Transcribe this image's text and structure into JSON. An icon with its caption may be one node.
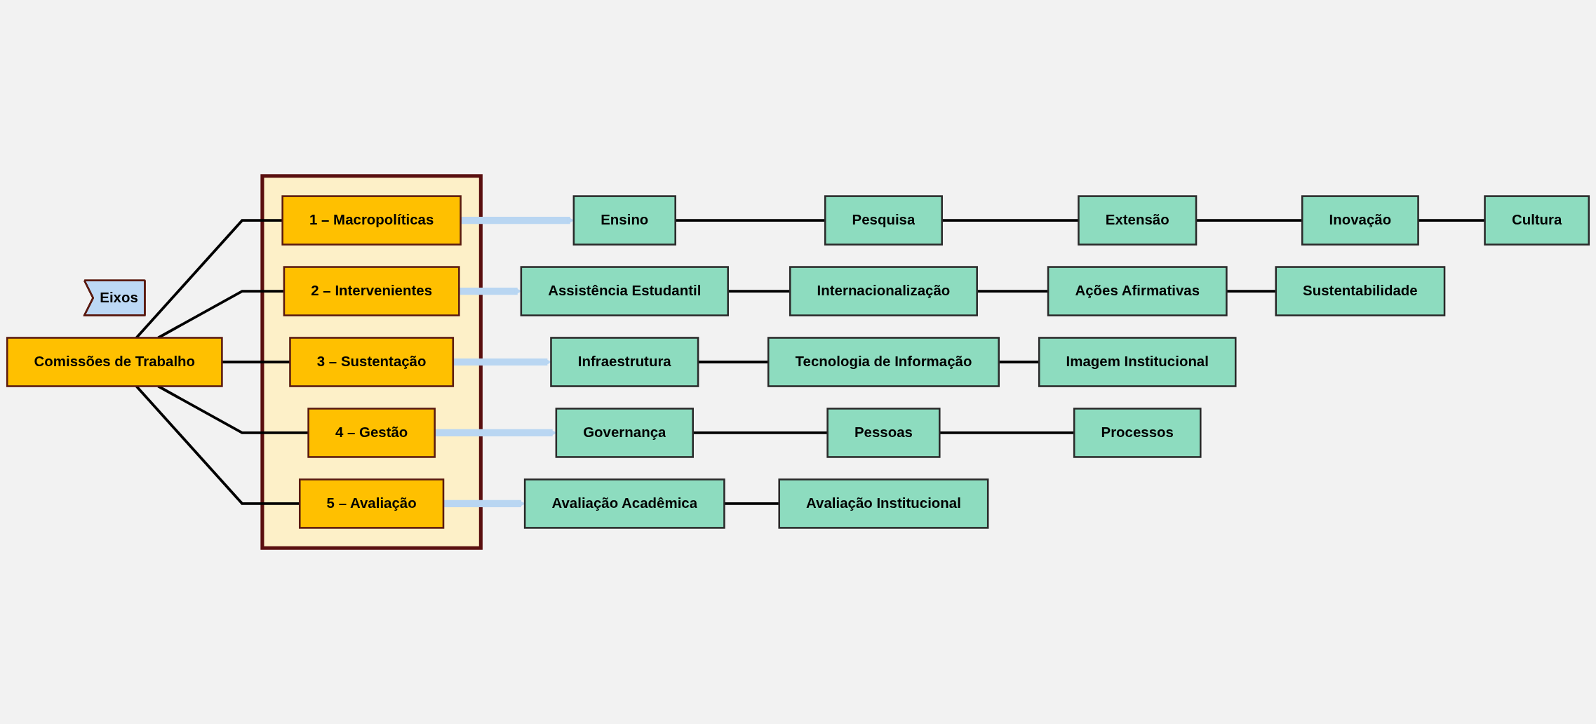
{
  "diagram": {
    "nodes": [
      {
        "text": [
          "Eixos"
        ]
      },
      {
        "text": [],
        "shape": "box"
      },
      {
        "text": [
          "1 – Macropolíticas"
        ],
        "in": 1
      },
      {
        "text": [
          "2 – Intervenientes"
        ],
        "in": 1
      },
      {
        "text": [
          "3 – Sustentação"
        ],
        "in": 1
      },
      {
        "text": [
          "4 – Gestão"
        ],
        "in": 1
      },
      {
        "text": [
          "5 – Avaliação"
        ],
        "in": 1
      },
      {
        "text": [
          "Comissões de Trabalho"
        ]
      },
      {
        "text": [
          "Ensino"
        ]
      },
      {
        "text": [
          "Pesquisa"
        ]
      },
      {
        "text": [
          "Extensão"
        ]
      },
      {
        "text": [
          "Inovação"
        ]
      },
      {
        "text": [
          "Cultura"
        ]
      },
      {
        "text": [
          "Assistência Estudantil"
        ]
      },
      {
        "text": [
          "Internacionalização"
        ]
      },
      {
        "text": [
          "Ações Afirmativas"
        ]
      },
      {
        "text": [
          "Sustentabilidade"
        ]
      },
      {
        "text": [
          "Infraestrutura"
        ]
      },
      {
        "text": [
          "Tecnologia de Informação"
        ]
      },
      {
        "text": [
          "Imagem Institucional"
        ]
      },
      {
        "text": [
          "Governança"
        ]
      },
      {
        "text": [
          "Pessoas"
        ]
      },
      {
        "text": [
          "Processos"
        ]
      },
      {
        "text": [
          "Avaliação Acadêmica"
        ]
      },
      {
        "text": [
          "Avaliação Institucional"
        ]
      }
    ],
    "edges": [
      {
        "from": 7,
        "to": 2,
        "arrow": "none"
      },
      {
        "from": 7,
        "to": 3,
        "arrow": "none"
      },
      {
        "from": 7,
        "to": 4,
        "arrow": "none"
      },
      {
        "from": 7,
        "to": 5,
        "arrow": "none"
      },
      {
        "from": 7,
        "to": 6,
        "arrow": "none"
      },
      {
        "from": 2,
        "to": 8,
        "arrow": "to",
        "style": "thick",
        "color": "#b9d6f2"
      },
      {
        "from": 8,
        "to": 9,
        "arrow": "none"
      },
      {
        "from": 9,
        "to": 10,
        "arrow": "none"
      },
      {
        "from": 10,
        "to": 11,
        "arrow": "none"
      },
      {
        "from": 11,
        "to": 12,
        "arrow": "none"
      },
      {
        "from": 3,
        "to": 13,
        "arrow": "to",
        "style": "thick",
        "color": "#b9d6f2"
      },
      {
        "from": 13,
        "to": 14,
        "arrow": "none"
      },
      {
        "from": 14,
        "to": 15,
        "arrow": "none"
      },
      {
        "from": 15,
        "to": 16,
        "arrow": "none"
      },
      {
        "from": 4,
        "to": 17,
        "arrow": "to",
        "style": "thick",
        "color": "#b9d6f2"
      },
      {
        "from": 17,
        "to": 18,
        "arrow": "none"
      },
      {
        "from": 18,
        "to": 19,
        "arrow": "none"
      },
      {
        "from": 5,
        "to": 20,
        "arrow": "to",
        "style": "thick",
        "color": "#b9d6f2"
      },
      {
        "from": 20,
        "to": 21,
        "arrow": "none"
      },
      {
        "from": 21,
        "to": 22,
        "arrow": "none"
      },
      {
        "from": 6,
        "to": 23,
        "arrow": "to",
        "style": "thick",
        "color": "#b9d6f2"
      },
      {
        "from": 23,
        "to": 24,
        "arrow": "none"
      }
    ]
  }
}
